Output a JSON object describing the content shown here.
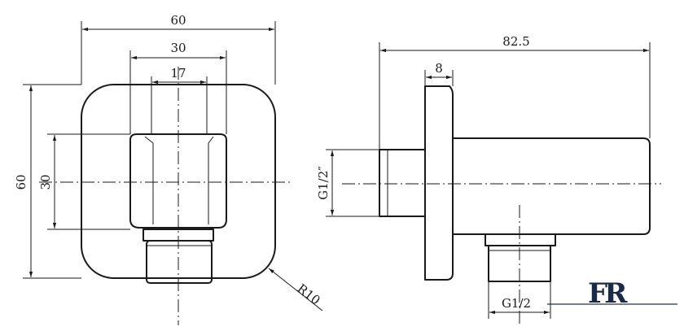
{
  "front_view": {
    "width_overall": "60",
    "width_inner": "30",
    "width_bore": "17",
    "height_overall": "60",
    "height_inner": "30",
    "corner_radius": "R10"
  },
  "side_view": {
    "length_overall": "82.5",
    "flange_thickness": "8",
    "inlet_thread": "G1/2″",
    "outlet_thread": "G1/2"
  },
  "logo": {
    "letters": "FR",
    "color": "#1b2a4a"
  }
}
